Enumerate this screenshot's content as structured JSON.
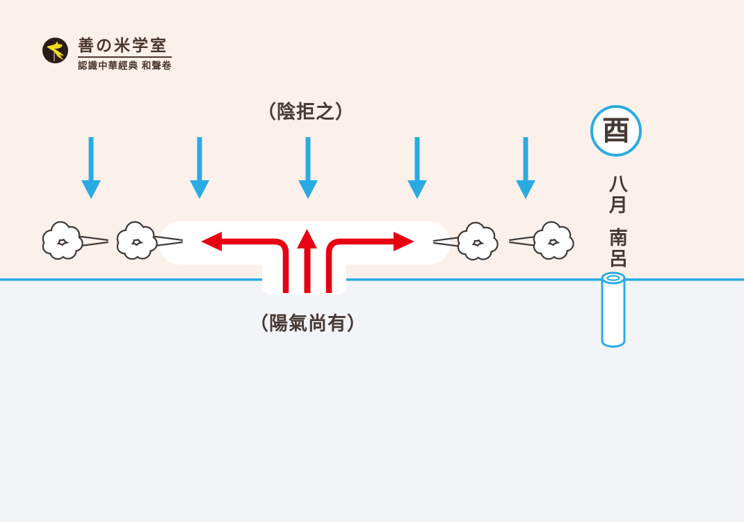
{
  "colors": {
    "sky": "#FCF0EB",
    "underground": "#F2F4F8",
    "blue": "#29ABE2",
    "red": "#E60012",
    "ink": "#473A35",
    "outline": "#3E3A39",
    "logo_circle": "#2B1C15",
    "bird_yellow": "#F0DE1C",
    "logo_brown": "#4A362C"
  },
  "logo": {
    "title": "善の米学室",
    "subtitle": "認識中華經典  和聲卷"
  },
  "labels": {
    "yin": "（陰拒之）",
    "yang": "（陽氣尚有）"
  },
  "right_panel": {
    "branch": "酉",
    "month": "八月",
    "pitch": "南呂"
  },
  "icons": {
    "logo_mark": "bird-icon",
    "down_arrows": "yin-down-arrow",
    "fountain_arrows": "yang-rising-arrows",
    "puffs": "cloud-puff-icon",
    "pipe": "buried-pitch-pipe"
  }
}
